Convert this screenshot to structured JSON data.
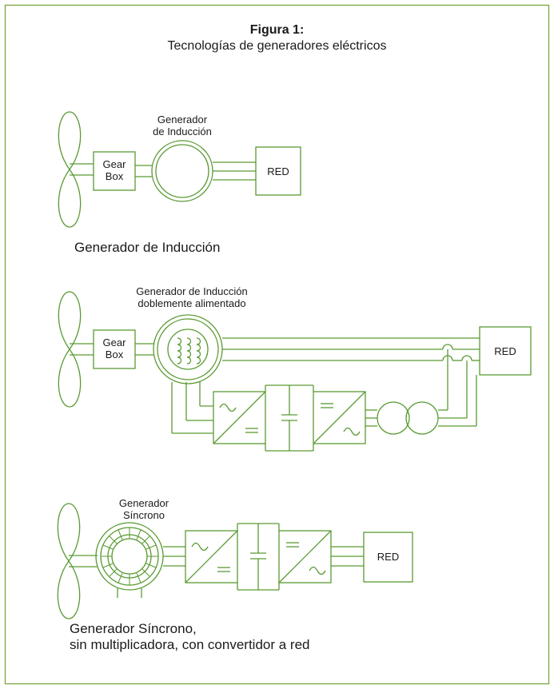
{
  "figure": {
    "title": "Figura 1:",
    "subtitle": "Tecnologías de generadores eléctricos",
    "border_color": "#7aa63d",
    "line_color": "#5a9a32"
  },
  "diagram1": {
    "generator_label": [
      "Generador",
      "de Inducción"
    ],
    "gearbox_label": [
      "Gear",
      "Box"
    ],
    "grid_label": "RED",
    "caption": "Generador de Inducción"
  },
  "diagram2": {
    "generator_label": [
      "Generador de Inducción",
      "doblemente alimentado"
    ],
    "gearbox_label": [
      "Gear",
      "Box"
    ],
    "grid_label": "RED"
  },
  "diagram3": {
    "generator_label": [
      "Generador",
      "Síncrono"
    ],
    "grid_label": "RED",
    "caption": [
      "Generador Síncrono,",
      "sin multiplicadora, con convertidor a red"
    ]
  }
}
